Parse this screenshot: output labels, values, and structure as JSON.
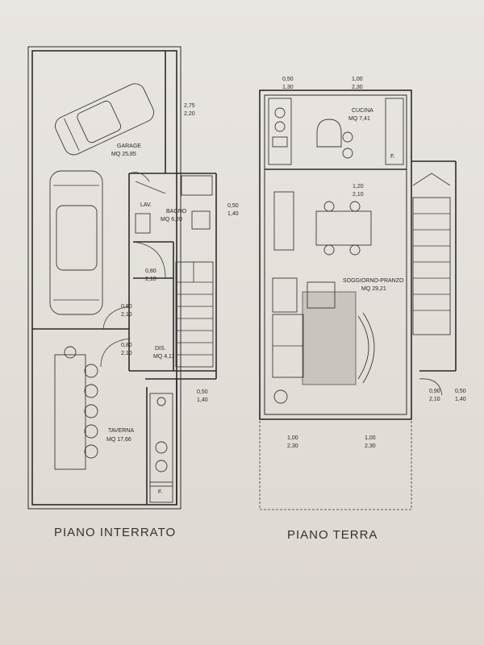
{
  "floors": {
    "basement": {
      "title": "PIANO INTERRATO",
      "rooms": {
        "garage": {
          "name": "GARAGE",
          "area": "MQ 25,85"
        },
        "lav": {
          "name": "LAV."
        },
        "bagno": {
          "name": "BAGNO",
          "area": "MQ 6,20"
        },
        "dis": {
          "name": "DIS.",
          "area": "MQ 4,11"
        },
        "taverna": {
          "name": "TAVERNA",
          "area": "MQ 17,66"
        },
        "fridge": {
          "name": "F."
        }
      },
      "dims": {
        "garage_window": {
          "w": "2,75",
          "h": "2,20"
        },
        "bagno_window": {
          "w": "0,50",
          "h": "1,40"
        },
        "bagno_door": {
          "w": "0,80",
          "h": "2,10"
        },
        "dis_door": {
          "w": "0,80",
          "h": "2,10"
        },
        "taverna_door": {
          "w": "0,80",
          "h": "2,10"
        },
        "taverna_window": {
          "w": "0,50",
          "h": "1,40"
        }
      }
    },
    "ground": {
      "title": "PIANO TERRA",
      "rooms": {
        "cucina": {
          "name": "CUCINA",
          "area": "MQ 7,41"
        },
        "soggiorno": {
          "name": "SOGGIORNO-PRANZO",
          "area": "MQ 29,21"
        },
        "fridge": {
          "name": "F."
        }
      },
      "dims": {
        "top_left_window": {
          "w": "0,50",
          "h": "1,30"
        },
        "top_right_window": {
          "w": "1,00",
          "h": "2,30"
        },
        "kitchen_opening": {
          "w": "1,20",
          "h": "2,10"
        },
        "front_left_window": {
          "w": "1,00",
          "h": "2,30"
        },
        "front_right_window": {
          "w": "1,00",
          "h": "2,30"
        },
        "side_door": {
          "w": "0,90",
          "h": "2,10"
        },
        "side_window": {
          "w": "0,50",
          "h": "1,40"
        }
      }
    }
  }
}
